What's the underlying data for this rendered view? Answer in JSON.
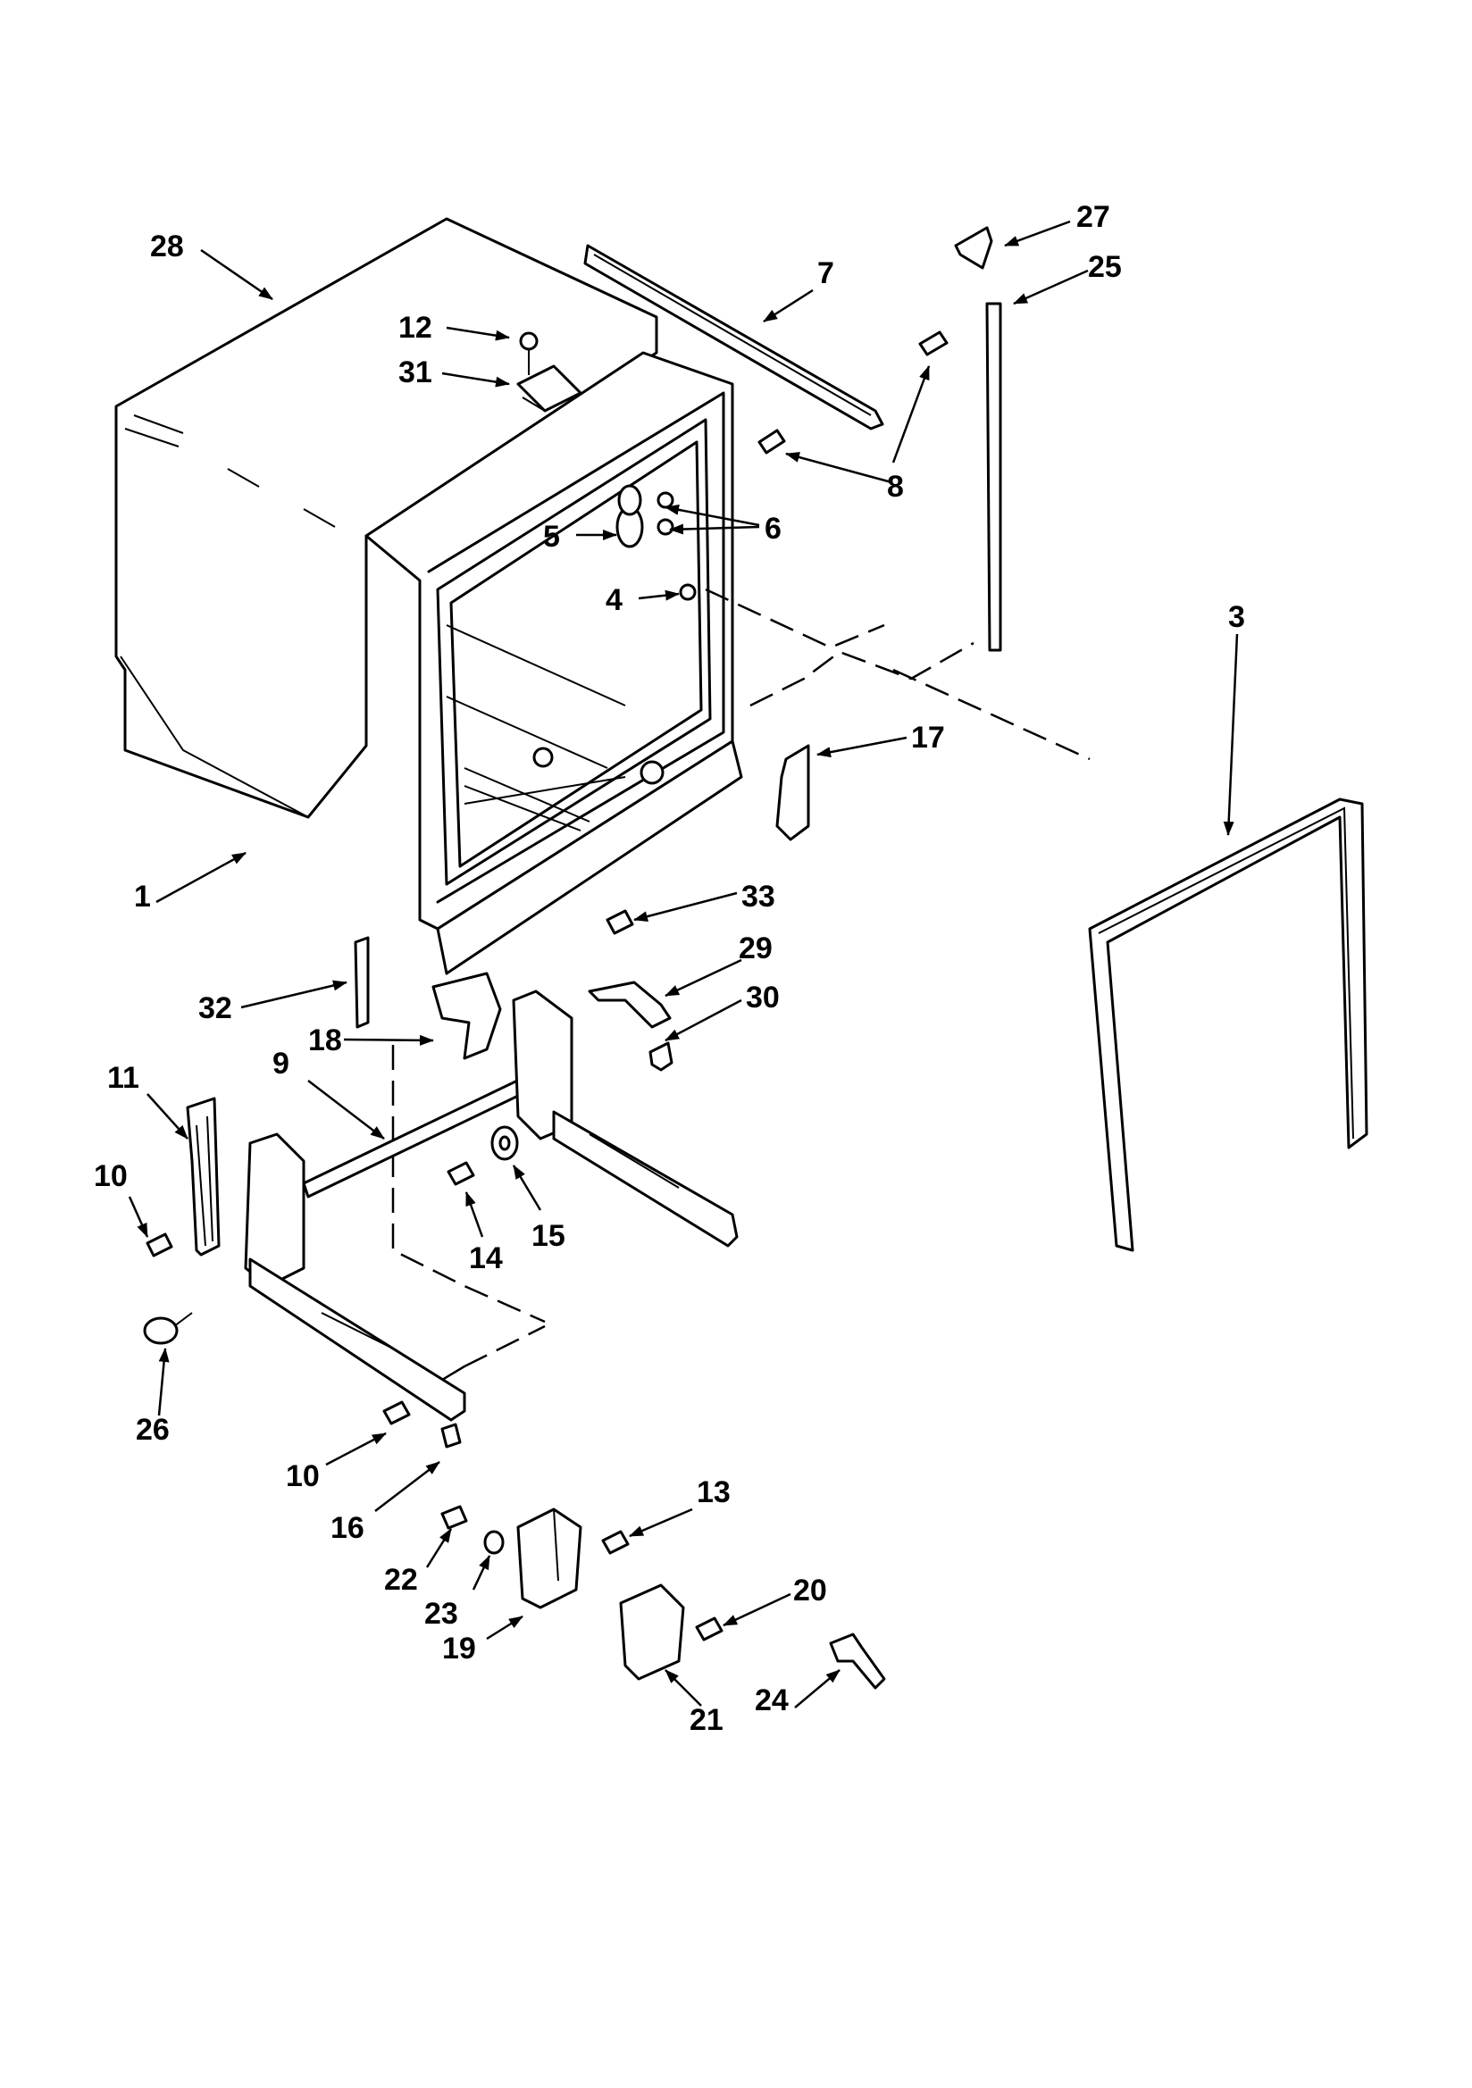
{
  "diagram": {
    "callouts": [
      {
        "id": "28",
        "label": "28"
      },
      {
        "id": "12",
        "label": "12"
      },
      {
        "id": "31",
        "label": "31"
      },
      {
        "id": "7",
        "label": "7"
      },
      {
        "id": "27",
        "label": "27"
      },
      {
        "id": "25",
        "label": "25"
      },
      {
        "id": "8",
        "label": "8"
      },
      {
        "id": "6",
        "label": "6"
      },
      {
        "id": "5",
        "label": "5"
      },
      {
        "id": "4",
        "label": "4"
      },
      {
        "id": "3",
        "label": "3"
      },
      {
        "id": "17",
        "label": "17"
      },
      {
        "id": "1",
        "label": "1"
      },
      {
        "id": "33",
        "label": "33"
      },
      {
        "id": "29",
        "label": "29"
      },
      {
        "id": "30",
        "label": "30"
      },
      {
        "id": "32",
        "label": "32"
      },
      {
        "id": "18",
        "label": "18"
      },
      {
        "id": "9",
        "label": "9"
      },
      {
        "id": "11",
        "label": "11"
      },
      {
        "id": "10a",
        "label": "10"
      },
      {
        "id": "14",
        "label": "14"
      },
      {
        "id": "15",
        "label": "15"
      },
      {
        "id": "26",
        "label": "26"
      },
      {
        "id": "10b",
        "label": "10"
      },
      {
        "id": "16",
        "label": "16"
      },
      {
        "id": "13",
        "label": "13"
      },
      {
        "id": "22",
        "label": "22"
      },
      {
        "id": "23",
        "label": "23"
      },
      {
        "id": "20",
        "label": "20"
      },
      {
        "id": "19",
        "label": "19"
      },
      {
        "id": "21",
        "label": "21"
      },
      {
        "id": "24",
        "label": "24"
      }
    ]
  }
}
